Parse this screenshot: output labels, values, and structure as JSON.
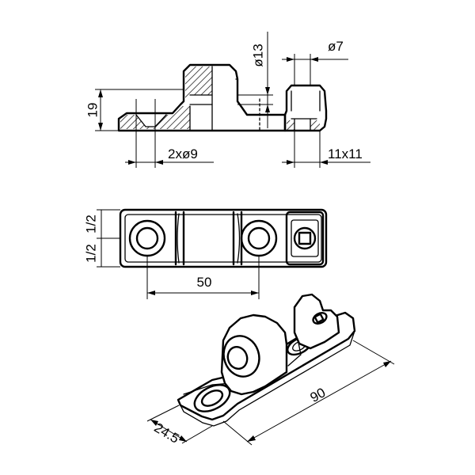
{
  "dimensions": {
    "height": "19",
    "bore": "ø13",
    "pin": "ø7",
    "holes": "2xø9",
    "square": "11x11",
    "half_top": "1/2",
    "half_bottom": "1/2",
    "spacing": "50",
    "length": "90",
    "width": "24.5"
  }
}
